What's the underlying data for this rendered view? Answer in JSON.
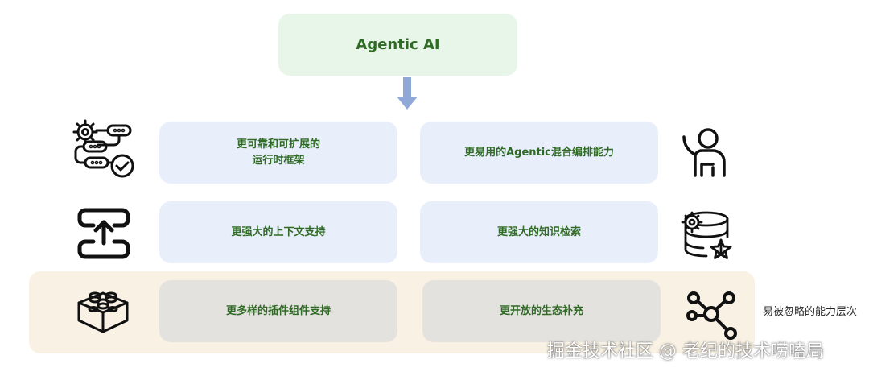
{
  "diagram": {
    "top_node": "Agentic AI",
    "rows": [
      {
        "left": "更可靠和可扩展的\n运行时框架",
        "right": "更易用的Agentic混合编排能力"
      },
      {
        "left": "更强大的上下文支持",
        "right": "更强大的知识检索"
      },
      {
        "left": "更多样的插件组件支持",
        "right": "更开放的生态补充"
      }
    ],
    "band_label": "易被忽略的能力层次",
    "icons": [
      "workflow-gear-icon",
      "user-wave-icon",
      "upload-pipeline-icon",
      "database-gear-star-icon",
      "lego-block-icon",
      "network-nodes-icon"
    ]
  },
  "watermark": "掘金技术社区 @ 老纪的技术唠嗑局",
  "colors": {
    "text_green": "#2f6b25",
    "top_box": "#e8f5e9",
    "blue_box": "#e9eefb",
    "gray_box": "#e4e2df",
    "band": "#f8f1e4",
    "arrow": "#8fa8d8"
  }
}
